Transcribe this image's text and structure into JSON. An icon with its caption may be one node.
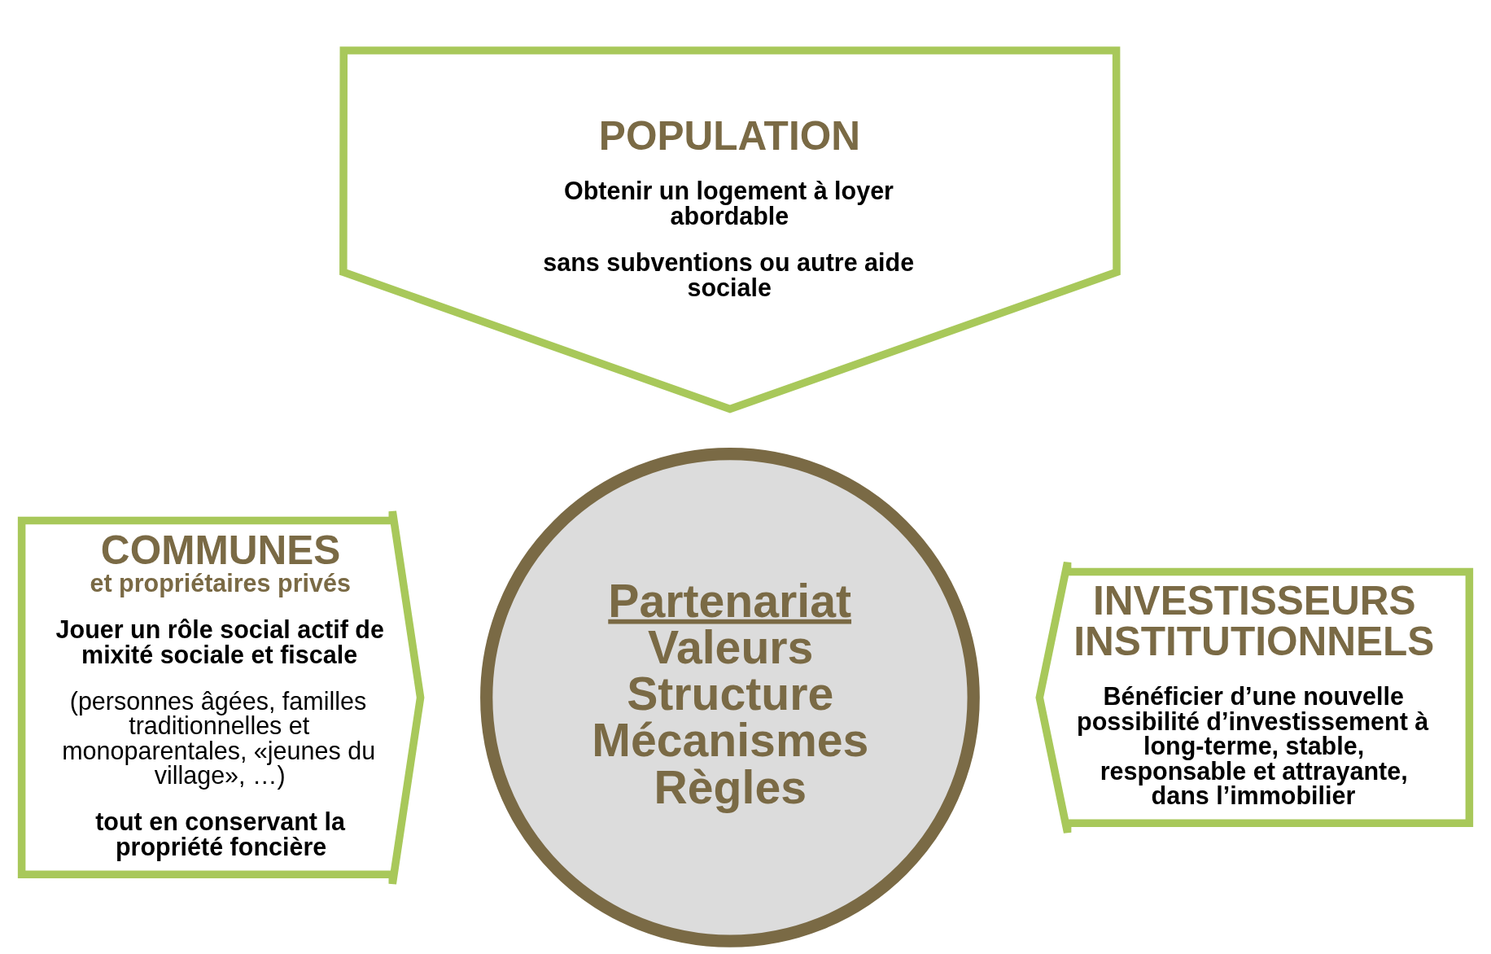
{
  "diagram": {
    "nodes": [
      {
        "text": [
          "POPULATION",
          "Obtenir un logement à loyer abordable",
          "sans subventions ou autre aide sociale"
        ]
      },
      {
        "text": [
          "COMMUNES",
          "et propriétaires privés",
          "Jouer un rôle social actif de mixité sociale et fiscale",
          "(personnes âgées, familles traditionnelles et monoparentales, «jeunes du village», …)",
          "tout en conservant la propriété foncière"
        ]
      },
      {
        "text": [
          "Partenariat",
          "Valeurs",
          "Structure",
          "Mécanismes",
          "Règles"
        ]
      },
      {
        "text": [
          "INVESTISSEURS INSTITUTIONNELS",
          "Bénéficier d’une nouvelle possibilité d’investissement à long-terme, stable, responsable et attrayante, dans l’immobilier"
        ]
      }
    ],
    "edges": []
  }
}
